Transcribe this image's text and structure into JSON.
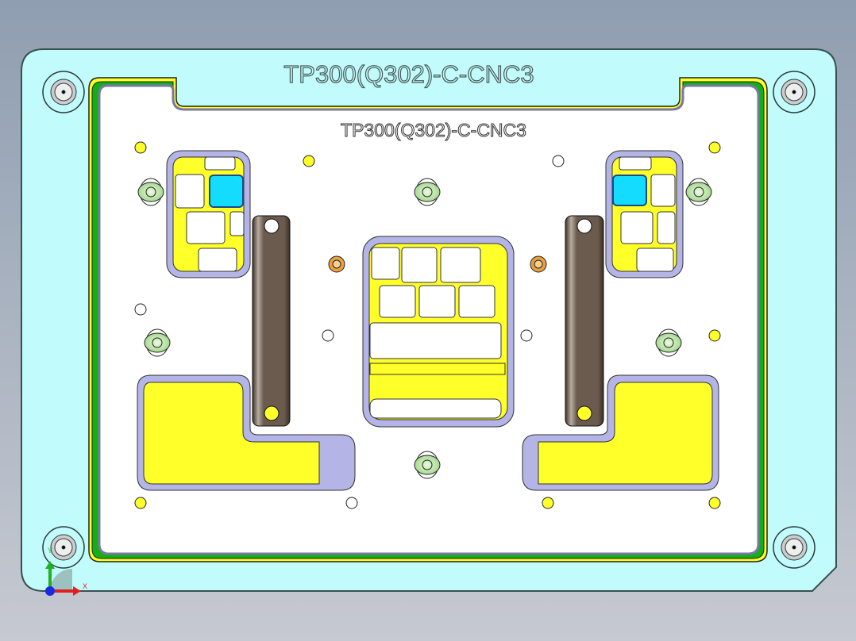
{
  "model": {
    "plate_label": "TP300(Q302)-C-CNC3",
    "inner_label": "TP300(Q302)-C-CNC3"
  },
  "triad": {
    "x_label": "X",
    "y_label": "Y"
  },
  "colors": {
    "background_top": "#8f9eb1",
    "background_bottom": "#c6c9d1",
    "plate": "#c2fbfb",
    "inner_plate": "#ffffff",
    "pocket_yellow": "#ffff2a",
    "frame_lavender": "#b4b4e6",
    "handle_brown": "#6b5a4e",
    "highlight_cyan": "#14dcff",
    "border_green": "#12b012",
    "pin_green": "#c8f0b0",
    "bushing_orange": "#e8a040"
  }
}
